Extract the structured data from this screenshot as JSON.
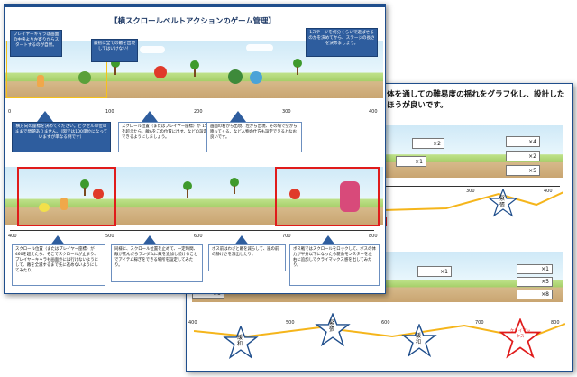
{
  "front": {
    "title": "【横スクロールベルトアクションのゲーム管理】",
    "callout_left": "プレイヤーキャラは画面の中央より左寄りからスタートするのが自然。",
    "callout_mid": "最初に全ての敵を出現してはいけない！",
    "callout_right": "1ステージを何分くらいで遊ばせるのかを決めてから、ステージの長さを決めましょう。",
    "axis1_ticks": [
      "0",
      "100",
      "200",
      "300",
      "400"
    ],
    "note1": "横方向の座標を決めてください。ピクセル単位のままで問題ありません。（図では100単位になっていますが単なる例です）",
    "note2": "スクロール位置（またはプレイヤー座標）が 150 を超えたら、敵Aをこの位置に出す、などの設定ができるようにしましょう。",
    "note3": "画面の右から出現、左から出現、その場で空から降ってくる、など人物の仕方も設定できるとなお良いです。",
    "axis2_ticks": [
      "400",
      "500",
      "600",
      "700",
      "800"
    ],
    "note4": "スクロール位置（またはプレイヤー座標）が460を超えたら、そこでスクロールが止まり、プレイヤーキャラも画面外には行けないようにして、敵を全滅するまで先に進めないようにしてみたり。",
    "note5": "同様に、スクロール位置を止めて、一定時間、敵が死んだらランダムに敵を追加し続けることでアイテム稼ぎをできる場所を設定してみたり。",
    "note6": "ボス前はわざと敵を減らして、嵐の前の静けさを演出したり。",
    "note7": "ボス戦ではスクロールをロックして、ボスの体力が半分以下になったら雑魚モンスターを左右に追加してクライマックス感を出してみたり。"
  },
  "back": {
    "heading": "体を通しての難易度の揺れをグラフ化し、設計したほうが良いです。",
    "panel1_stats": [
      "×2",
      "×1"
    ],
    "panel1_stats_right": [
      "×4",
      "×2",
      "×5"
    ],
    "axis1_ticks": [
      "300",
      "400"
    ],
    "panel1_stars": [
      "緊張"
    ],
    "panel2_stats": [
      "×1",
      "×5"
    ],
    "panel2_stats_right": [
      "×1",
      "×5",
      "×8"
    ],
    "axis2_ticks": [
      "400",
      "500",
      "600",
      "700",
      "800"
    ],
    "panel2_stars": [
      "緩和",
      "緊張",
      "緩和",
      "クライマックス"
    ]
  },
  "colors": {
    "accent": "#1f4e8c",
    "callout": "#2e5d9e",
    "redbox": "#e01b1b",
    "tension_line": "#f5b51b"
  }
}
